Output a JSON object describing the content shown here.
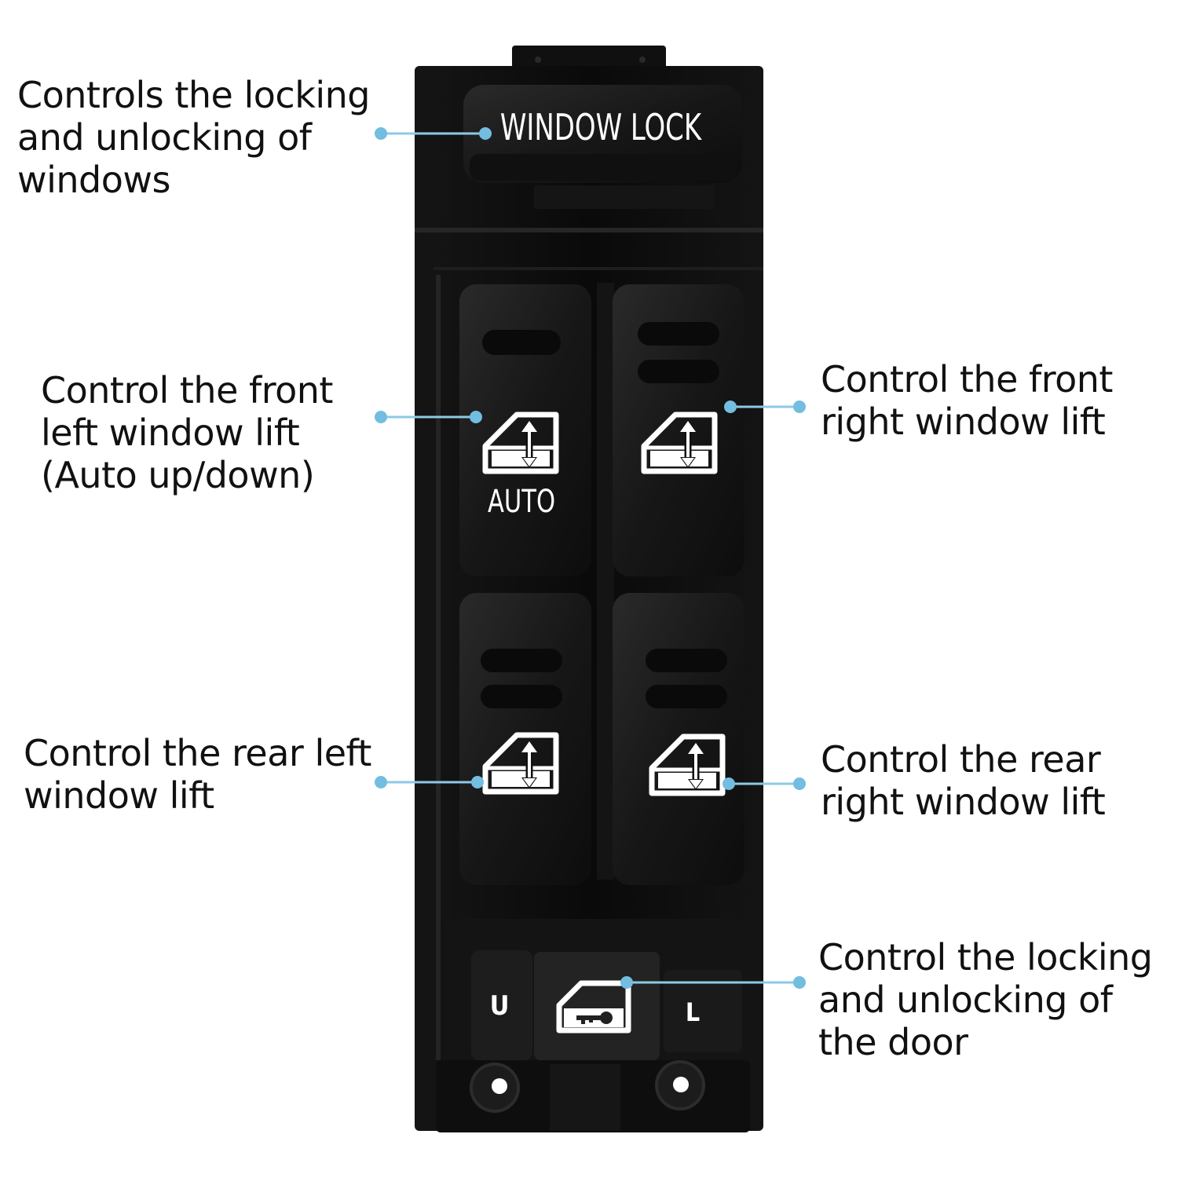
{
  "colors": {
    "background": "#ffffff",
    "callout_line": "#8ec9e6",
    "callout_dot": "#72bde0",
    "switch_body": "#0b0b0b",
    "button": "#1b1b1b",
    "symbol": "#ffffff"
  },
  "switch_panel": {
    "window_lock_label": "WINDOW LOCK",
    "auto_label": "AUTO",
    "door_unlock_label": "U",
    "door_lock_label": "L",
    "icons": [
      "window-up-down-icon",
      "door-lock-icon"
    ]
  },
  "callouts": {
    "window_lock": [
      "Controls the locking",
      "and unlocking of",
      "windows"
    ],
    "front_left": [
      "Control the front",
      "left window lift",
      "(Auto up/down)"
    ],
    "front_right": [
      "Control the front",
      "right window lift"
    ],
    "rear_left": [
      "Control the rear left",
      "window lift"
    ],
    "rear_right": [
      "Control the rear",
      "right window lift"
    ],
    "door_lock": [
      "Control the locking",
      "and unlocking of",
      "the door"
    ]
  }
}
